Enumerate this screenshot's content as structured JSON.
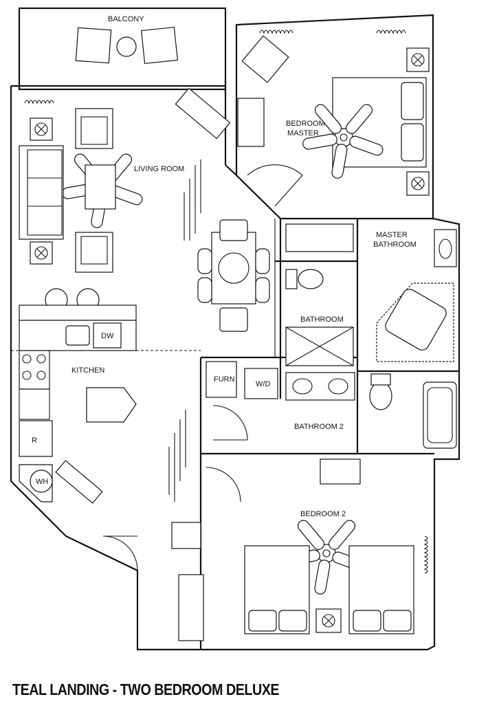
{
  "title": "TEAL LANDING - TWO BEDROOM DELUXE",
  "rooms": {
    "balcony": "BALCONY",
    "bedroom_master_line1": "BEDROOM",
    "bedroom_master_line2": "MASTER",
    "living_room": "LIVING ROOM",
    "master_bathroom_line1": "MASTER",
    "master_bathroom_line2": "BATHROOM",
    "bathroom": "BATHROOM",
    "kitchen": "KITCHEN",
    "bathroom_2": "BATHROOM 2",
    "bedroom_2": "BEDROOM 2"
  },
  "fixtures": {
    "dishwasher": "DW",
    "furnace": "FURN",
    "washer_dryer": "W/D",
    "water_heater": "WH",
    "refrigerator": "R"
  }
}
